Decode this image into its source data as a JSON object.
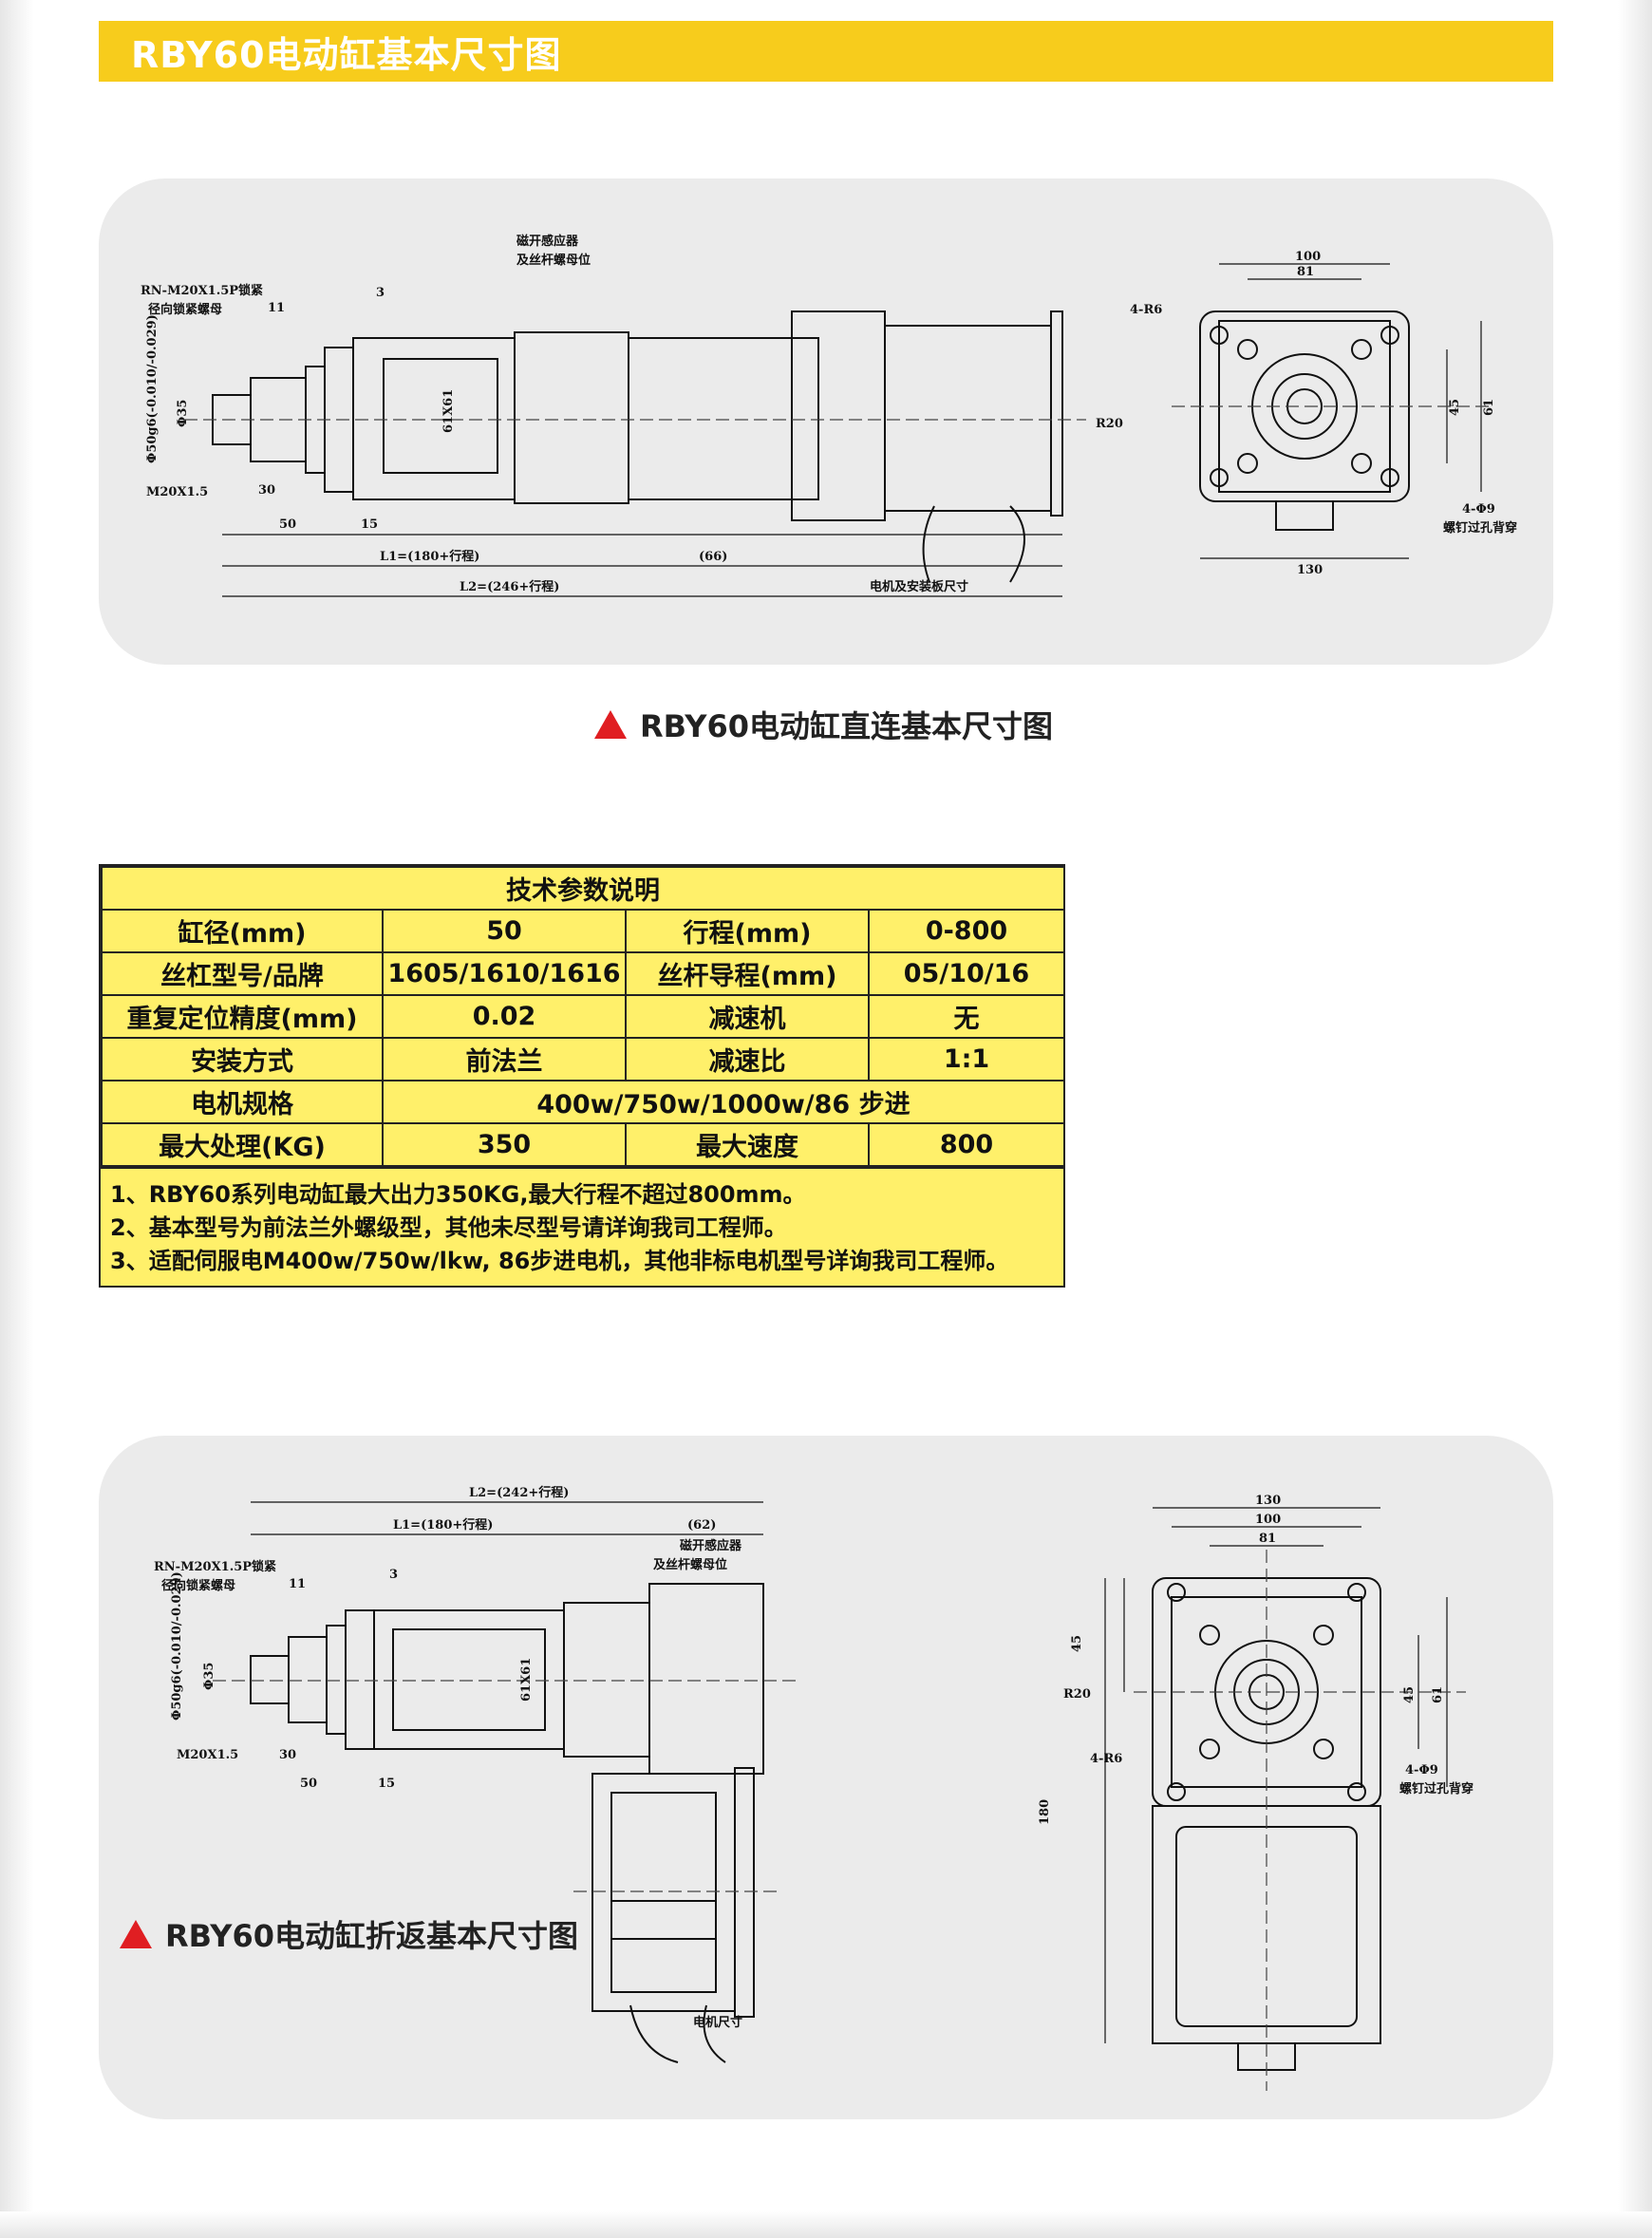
{
  "header": {
    "title": "RBY60电动缸基本尺寸图"
  },
  "drawing_direct": {
    "caption": "RBY60电动缸直连基本尺寸图",
    "labels": {
      "nut": "RN-M20X1.5P锁紧",
      "nut2": "径向锁紧螺母",
      "sensor": "磁开感应器",
      "sensor2": "及丝杆螺母位",
      "dim_11": "11",
      "dim_3": "3",
      "dim_shaft": "Φ50g6(-0.010/-0.029)",
      "dim_35": "Φ35",
      "dim_61x61": "61X61",
      "dim_m20": "M20X1.5",
      "dim_30": "30",
      "dim_50": "50",
      "dim_15": "15",
      "dim_l1": "L1=(180+行程)",
      "dim_66": "(66)",
      "dim_l2": "L2=(246+行程)",
      "motor_note": "电机及安装板尺寸",
      "side_100": "100",
      "side_81": "81",
      "side_4r6": "4-R6",
      "side_r20": "R20",
      "side_45": "45",
      "side_61": "61",
      "side_4phi9": "4-Φ9",
      "side_hole": "螺钉过孔背穿",
      "side_130": "130"
    }
  },
  "spec_table": {
    "title": "技术参数说明",
    "rows": [
      [
        "缸径(mm)",
        "50",
        "行程(mm)",
        "0-800"
      ],
      [
        "丝杠型号/品牌",
        "1605/1610/1616",
        "丝杆导程(mm)",
        "05/10/16"
      ],
      [
        "重复定位精度(mm)",
        "0.02",
        "减速机",
        "无"
      ],
      [
        "安装方式",
        "前法兰",
        "减速比",
        "1:1"
      ]
    ],
    "motor_row": {
      "label": "电机规格",
      "value": "400w/750w/1000w/86 步进"
    },
    "last_row": [
      "最大处理(KG)",
      "350",
      "最大速度",
      "800"
    ],
    "notes": [
      "1、RBY60系列电动缸最大出力350KG,最大行程不超过800mm。",
      "2、基本型号为前法兰外螺级型，其他未尽型号请详询我司工程师。",
      "3、适配伺服电M400w/750w/lkw, 86步进电机，其他非标电机型号详询我司工程师。"
    ]
  },
  "drawing_folded": {
    "caption": "RBY60电动缸折返基本尺寸图",
    "labels": {
      "dim_l2": "L2=(242+行程)",
      "dim_l1": "L1=(180+行程)",
      "dim_62": "(62)",
      "nut": "RN-M20X1.5P锁紧",
      "nut2": "径向锁紧螺母",
      "sensor": "磁开感应器",
      "sensor2": "及丝杆螺母位",
      "dim_11": "11",
      "dim_3": "3",
      "dim_shaft": "Φ50g6(-0.010/-0.029)",
      "dim_35": "Φ35",
      "dim_61x61": "61X61",
      "dim_m20": "M20X1.5",
      "dim_30": "30",
      "dim_50": "50",
      "dim_15": "15",
      "motor_note": "电机尺寸",
      "side_130": "130",
      "side_100": "100",
      "side_81": "81",
      "side_45a": "45",
      "side_r20": "R20",
      "side_45b": "45",
      "side_61": "61",
      "side_4r6": "4-R6",
      "side_4phi9": "4-Φ9",
      "side_hole": "螺钉过孔背穿",
      "side_180": "180"
    }
  }
}
